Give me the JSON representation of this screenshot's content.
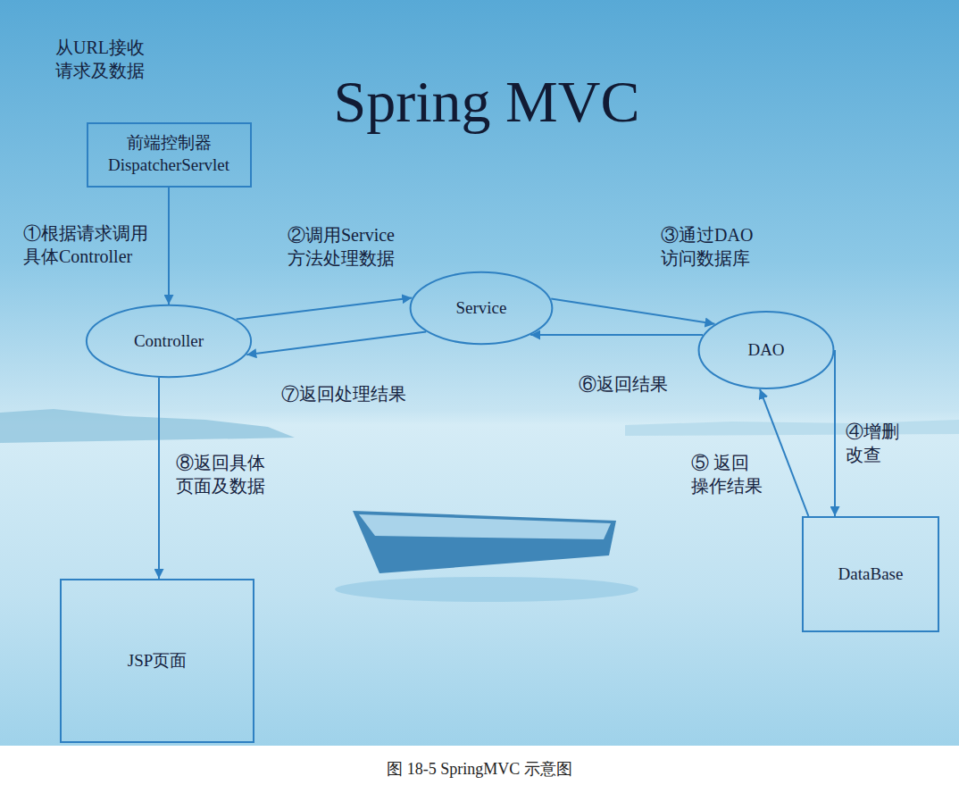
{
  "diagram": {
    "title": "Spring MVC",
    "caption": "图 18-5 SpringMVC 示意图",
    "nodes": [
      {
        "text": [
          "前端控制器 DispatcherServlet"
        ]
      },
      {
        "text": [
          "Controller"
        ]
      },
      {
        "text": [
          "Service"
        ]
      },
      {
        "text": [
          "DAO"
        ]
      },
      {
        "text": [
          "DataBase"
        ]
      },
      {
        "text": [
          "JSP页面"
        ]
      }
    ],
    "edges": [
      {
        "from": 0,
        "to": 1,
        "arrow": "to",
        "label": "①根据请求调用 具体Controller"
      },
      {
        "from": 1,
        "to": 2,
        "arrow": "to",
        "label": "②调用Service 方法处理数据"
      },
      {
        "from": 2,
        "to": 3,
        "arrow": "to",
        "label": "③通过DAO 访问数据库"
      },
      {
        "from": 3,
        "to": 4,
        "arrow": "to",
        "label": "④增删 改查"
      },
      {
        "from": 4,
        "to": 3,
        "arrow": "to",
        "label": "⑤ 返回 操作结果"
      },
      {
        "from": 3,
        "to": 2,
        "arrow": "to",
        "label": "⑥返回结果"
      },
      {
        "from": 2,
        "to": 1,
        "arrow": "to",
        "label": "⑦返回处理结果"
      },
      {
        "from": 1,
        "to": 5,
        "arrow": "to",
        "label": "⑧返回具体 页面及数据"
      }
    ],
    "labels": [
      "从URL接收 请求及数据"
    ]
  }
}
